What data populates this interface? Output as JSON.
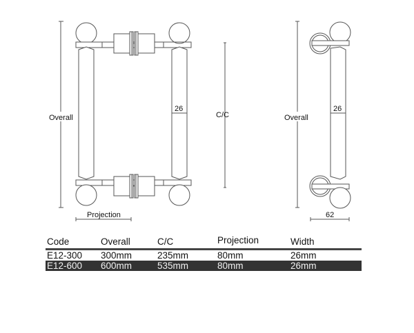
{
  "drawing": {
    "front_view": {
      "overall_label": "Overall",
      "width_label": "26",
      "projection_label": "Projection",
      "cc_label": "C/C"
    },
    "side_view": {
      "overall_label": "Overall",
      "width_label": "26",
      "depth_label": "62"
    }
  },
  "table": {
    "headers": [
      "Code",
      "Overall",
      "C/C",
      "Projection",
      "Width"
    ],
    "rows": [
      {
        "code": "E12-300",
        "overall": "300mm",
        "cc": "235mm",
        "projection": "80mm",
        "width": "26mm",
        "highlight": false
      },
      {
        "code": "E12-600",
        "overall": "600mm",
        "cc": "535mm",
        "projection": "80mm",
        "width": "26mm",
        "highlight": true
      }
    ],
    "highlight_color": "#333333"
  }
}
